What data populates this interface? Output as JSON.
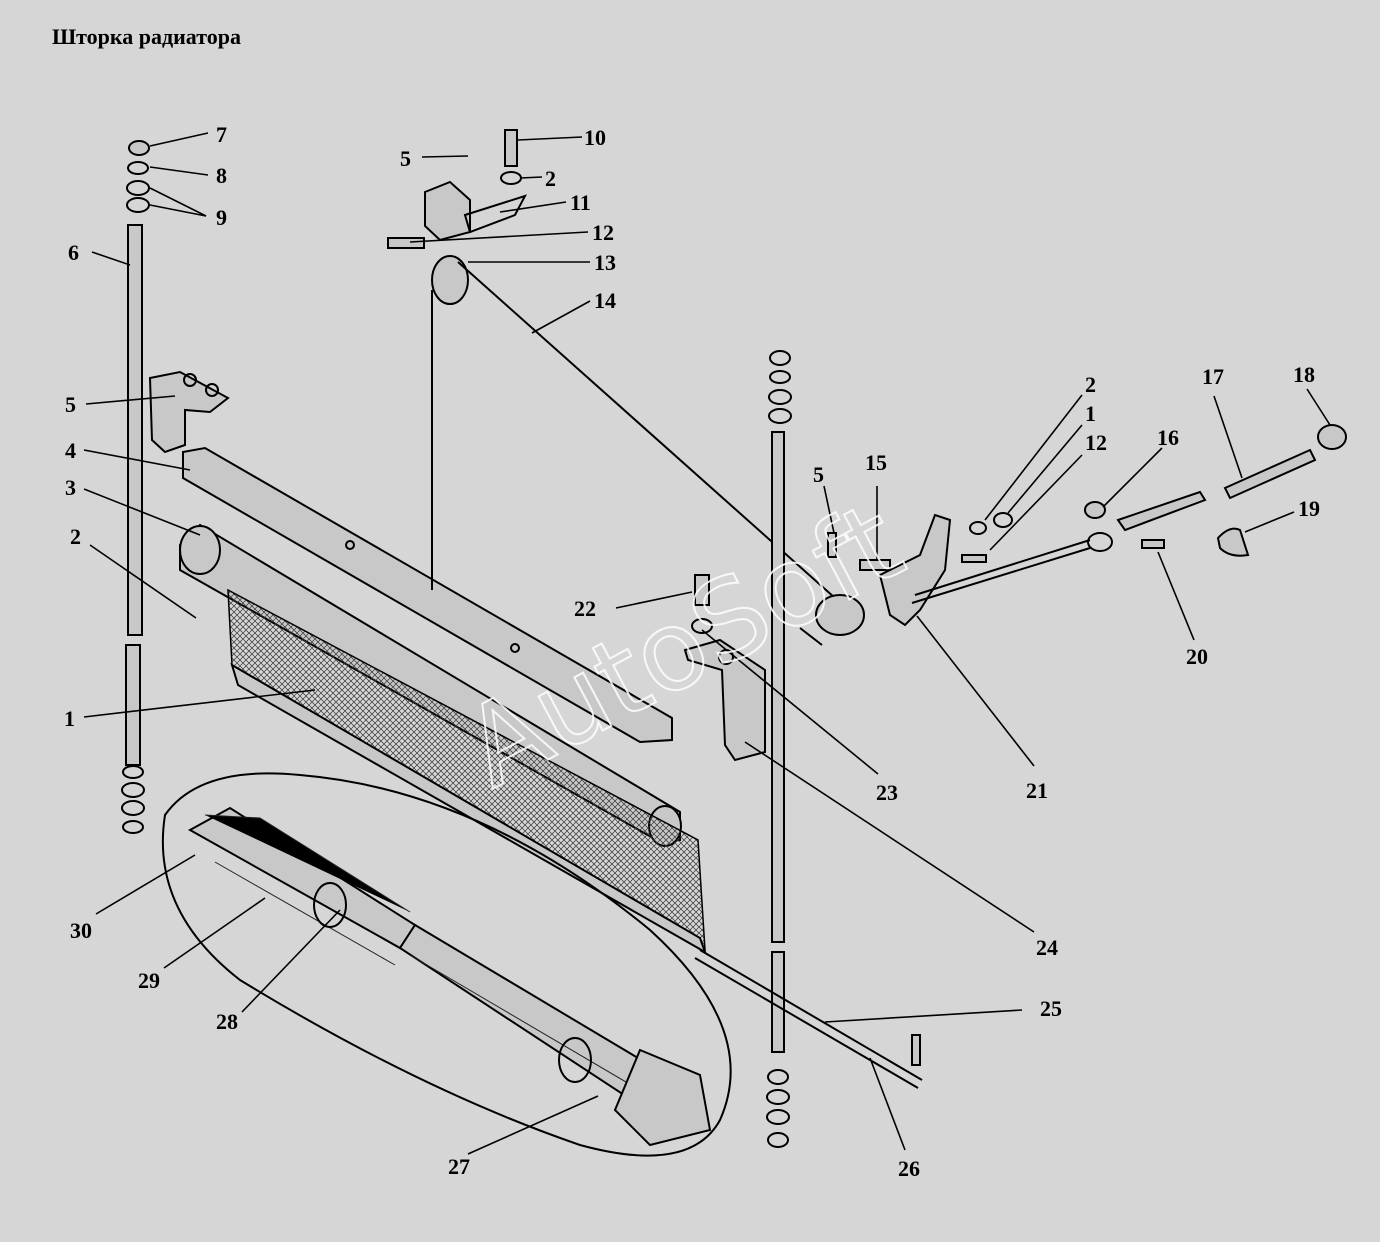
{
  "title": "Шторка радиатора",
  "watermark": "AutoSoft",
  "labels": [
    {
      "id": "7",
      "text": "7"
    },
    {
      "id": "8",
      "text": "8"
    },
    {
      "id": "9",
      "text": "9"
    },
    {
      "id": "6",
      "text": "6"
    },
    {
      "id": "5a",
      "text": "5"
    },
    {
      "id": "4",
      "text": "4"
    },
    {
      "id": "3",
      "text": "3"
    },
    {
      "id": "2a",
      "text": "2"
    },
    {
      "id": "1a",
      "text": "1"
    },
    {
      "id": "5b",
      "text": "5"
    },
    {
      "id": "10",
      "text": "10"
    },
    {
      "id": "2b",
      "text": "2"
    },
    {
      "id": "11",
      "text": "11"
    },
    {
      "id": "12a",
      "text": "12"
    },
    {
      "id": "13",
      "text": "13"
    },
    {
      "id": "14",
      "text": "14"
    },
    {
      "id": "2c",
      "text": "2"
    },
    {
      "id": "1b",
      "text": "1"
    },
    {
      "id": "12b",
      "text": "12"
    },
    {
      "id": "16",
      "text": "16"
    },
    {
      "id": "17",
      "text": "17"
    },
    {
      "id": "18",
      "text": "18"
    },
    {
      "id": "19",
      "text": "19"
    },
    {
      "id": "20",
      "text": "20"
    },
    {
      "id": "5c",
      "text": "5"
    },
    {
      "id": "15",
      "text": "15"
    },
    {
      "id": "22",
      "text": "22"
    },
    {
      "id": "21",
      "text": "21"
    },
    {
      "id": "23",
      "text": "23"
    },
    {
      "id": "24",
      "text": "24"
    },
    {
      "id": "25",
      "text": "25"
    },
    {
      "id": "26",
      "text": "26"
    },
    {
      "id": "27",
      "text": "27"
    },
    {
      "id": "28",
      "text": "28"
    },
    {
      "id": "29",
      "text": "29"
    },
    {
      "id": "30",
      "text": "30"
    }
  ]
}
